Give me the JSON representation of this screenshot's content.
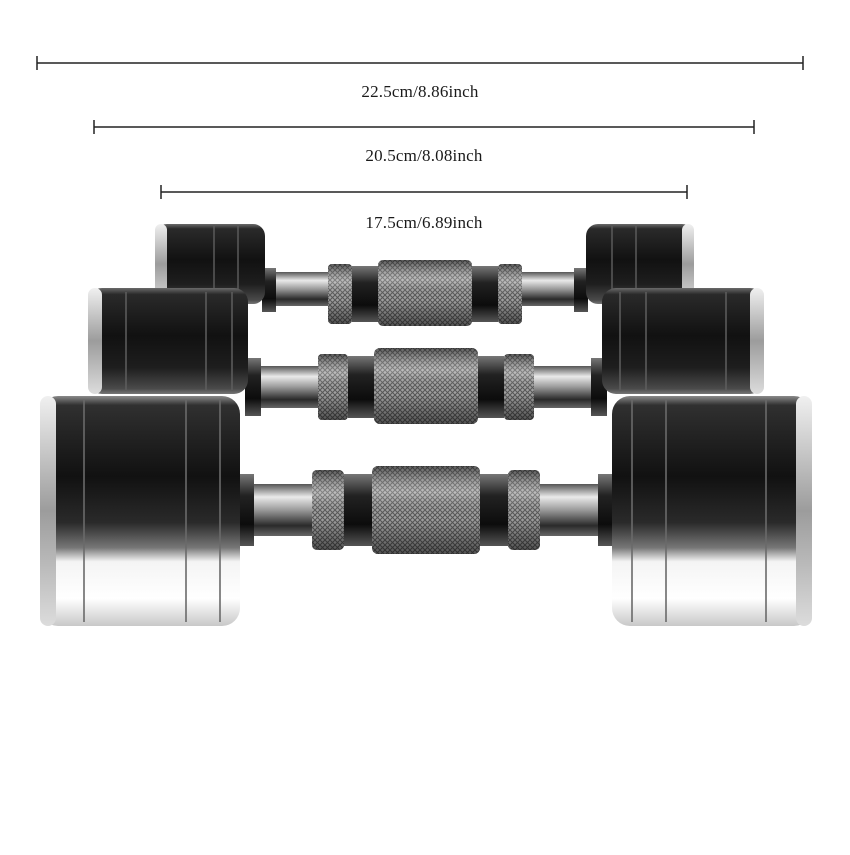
{
  "dimensions": {
    "large": "22.5cm/8.86inch",
    "medium": "20.5cm/8.08inch",
    "small": "17.5cm/6.89inch"
  },
  "colors": {
    "background": "#ffffff",
    "dimension_line": "#222222",
    "plate_dark": "#1c1c1c",
    "plate_chrome": "#e6e6e6",
    "handle_steel": "#9a9a9a"
  },
  "product": {
    "item": "chrome dumbbell set",
    "count": 3
  }
}
